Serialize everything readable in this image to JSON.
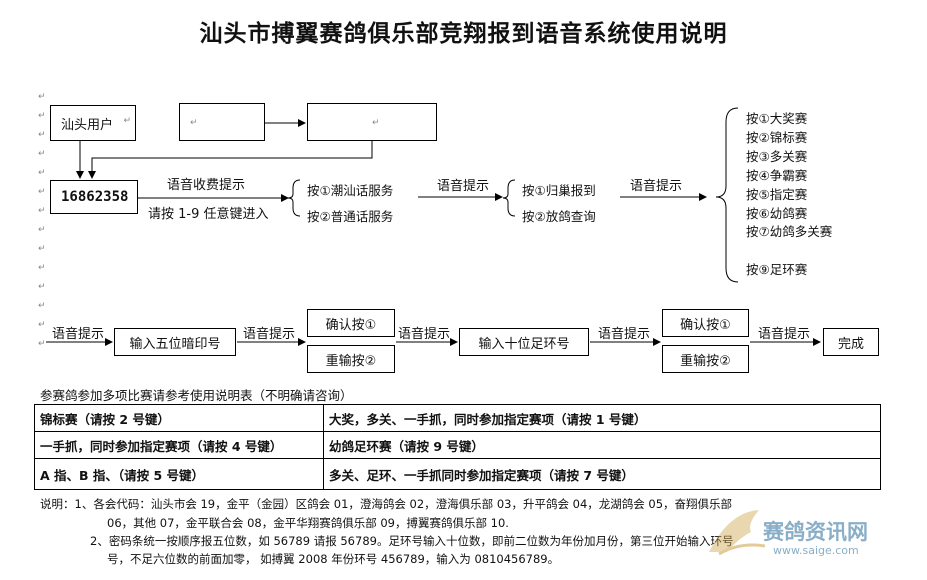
{
  "title": "汕头市搏翼赛鸽俱乐部竞翔报到语音系统使用说明",
  "para_mark": "↵",
  "flow_top": {
    "user_box": "汕头用户",
    "phone_box": "16862358",
    "fee_prompt": "语音收费提示",
    "press_any": "请按 1-9 任意键进入",
    "lang_options": [
      "按①潮汕话服务",
      "按②普通话服务"
    ],
    "prompt2": "语音提示",
    "menu_options": [
      "按①归巢报到",
      "按②放鸽查询"
    ],
    "prompt3": "语音提示",
    "race_options": [
      "按①大奖赛",
      "按②锦标赛",
      "按③多关赛",
      "按④争霸赛",
      "按⑤指定赛",
      "按⑥幼鸽赛",
      "按⑦幼鸽多关赛",
      "按⑨足环赛"
    ]
  },
  "flow_bottom": {
    "prompt_a": "语音提示",
    "step1": "输入五位暗印号",
    "prompt_b": "语音提示",
    "confirm1": "确认按①",
    "reenter1": "重输按②",
    "prompt_c": "语音提示",
    "step2": "输入十位足环号",
    "prompt_d": "语音提示",
    "confirm2": "确认按①",
    "reenter2": "重输按②",
    "prompt_e": "语音提示",
    "done": "完成"
  },
  "table": {
    "caption": "参赛鸽参加多项比赛请参考使用说明表（不明确请咨询）",
    "rows": [
      [
        "锦标赛（请按 2 号键）",
        "大奖，多关、一手抓，同时参加指定赛项（请按 1 号键）"
      ],
      [
        "一手抓，同时参加指定赛项（请按 4 号键）",
        "幼鸽足环赛（请按 9 号键）"
      ],
      [
        "A 指、B 指、（请按 5 号键）",
        "多关、足环、一手抓同时参加指定赛项（请按 7 号键）"
      ]
    ]
  },
  "notes": {
    "line1": "说明：1、各会代码：汕头市会 19，金平（金园）区鸽会 01，澄海鸽会 02，澄海俱乐部 03，升平鸽会 04，龙湖鸽会 05，奋翔俱乐部",
    "line2": "06，其他 07，金平联合会 08，金平华翔赛鸽俱乐部 09，搏翼赛鸽俱乐部 10.",
    "line3": "2、密码条统一按顺序报五位数，如 56789 请报 56789。足环号输入十位数，即前二位数为年份加月份，第三位开始输入环号",
    "line4": "号，不足六位数的前面加零，  如搏翼 2008 年份环号 456789，输入为 0810456789。"
  },
  "watermark": {
    "text": "赛鸽资讯网",
    "url": "www.saige.com"
  }
}
